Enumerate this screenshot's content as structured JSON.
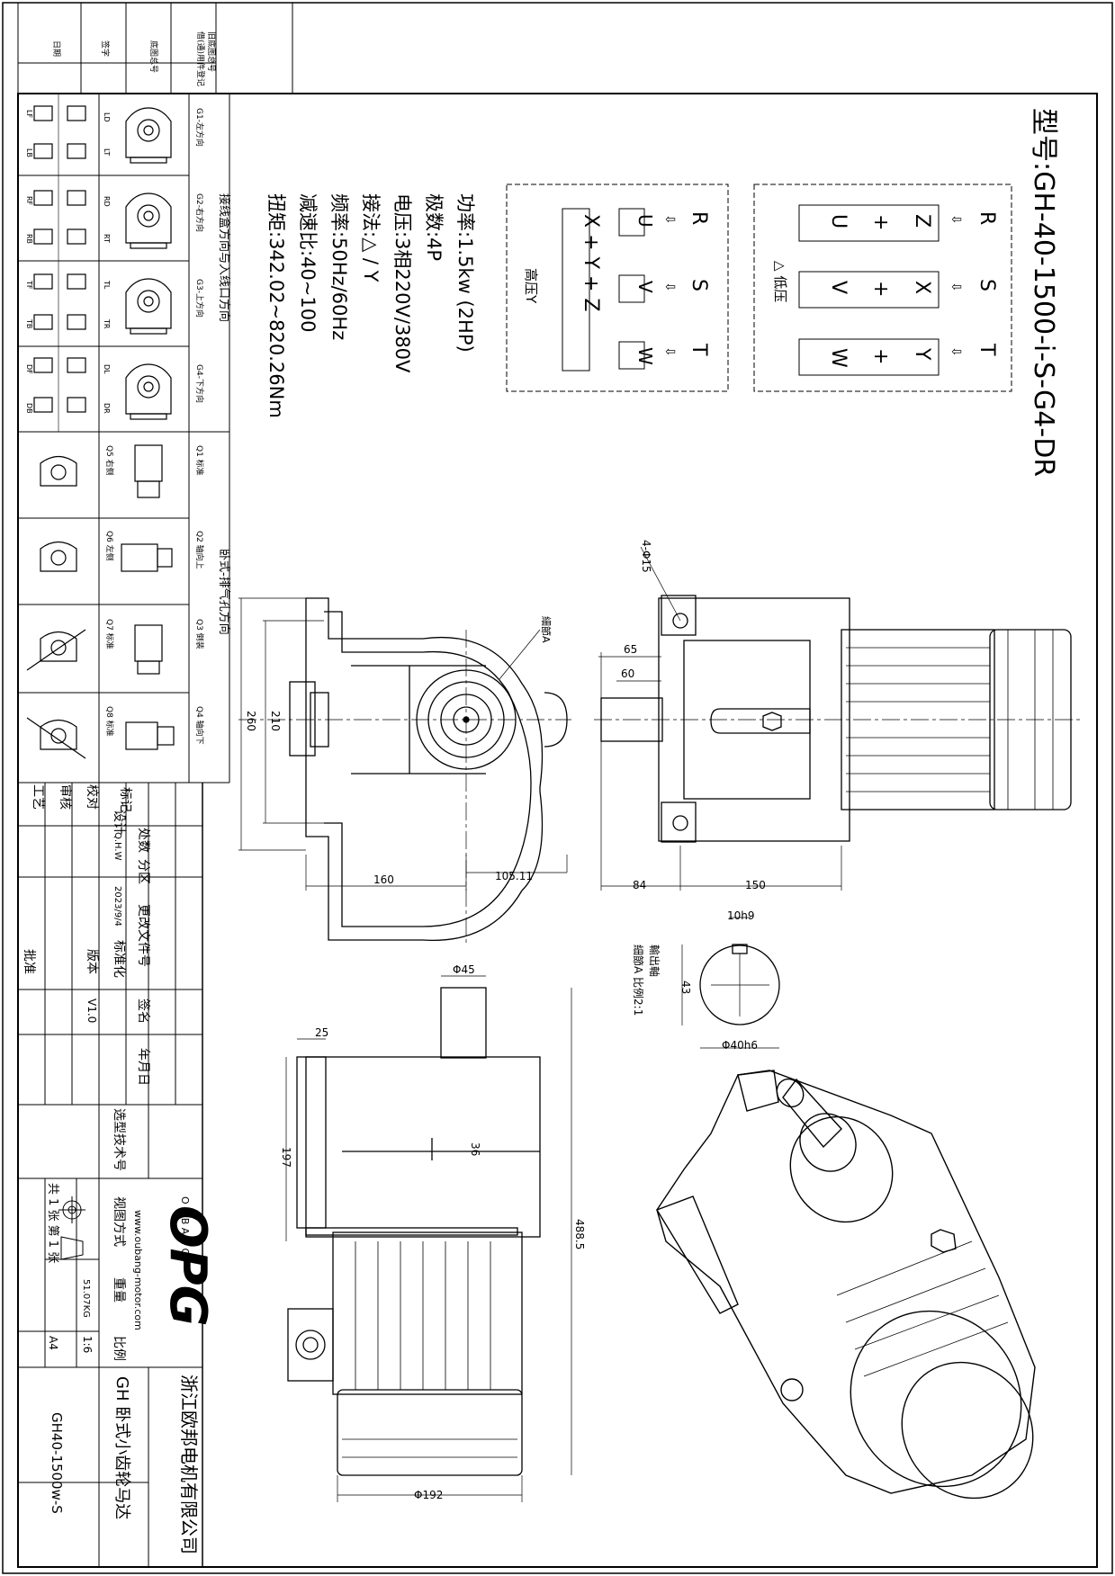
{
  "model": {
    "title": "型号:GH-40-1500-i-S-G4-DR"
  },
  "wiring": {
    "low": {
      "label": "△ 低压",
      "rst": [
        "R",
        "S",
        "T"
      ],
      "rows": [
        [
          "Z",
          "+",
          "U"
        ],
        [
          "X",
          "+",
          "V"
        ],
        [
          "Y",
          "+",
          "W"
        ]
      ]
    },
    "high": {
      "label": "高压Y",
      "rst": [
        "R",
        "S",
        "T"
      ],
      "terms": [
        "U",
        "V",
        "W"
      ],
      "star": "X + Y + Z"
    }
  },
  "specs": [
    "功率:1.5kw (2HP)",
    "极数:4P",
    "电压:3相220V/380V",
    "接法:△ / Y",
    "频率:50Hz/60Hz",
    "减速比:40~100",
    "扭矩:342.02~820.26Nm"
  ],
  "dimensions": {
    "holes": "4-Φ15",
    "detail_a": "細節A",
    "d65": "65",
    "d60": "60",
    "d260": "260",
    "d210": "210",
    "d160": "160",
    "d105": "105.11",
    "d84": "84",
    "d150": "150",
    "key": "10h9",
    "d43": "43",
    "shaft": "Φ40h6",
    "shaft_note_1": "輸出軸",
    "shaft_note_2": "細節A 比例2:1",
    "d45": "Φ45",
    "d25": "25",
    "d197": "197",
    "d36": "36",
    "d488": "488.5",
    "d192": "Φ192"
  },
  "orientation": {
    "heading": "接线盒方向与入线口方向",
    "heading2": "卧式-排气孔方向",
    "g_labels": [
      "G1-左方向",
      "G2-右方向",
      "G3-上方向",
      "G4-下方向"
    ],
    "views": [
      [
        "LD",
        "LT",
        "LF",
        "LB"
      ],
      [
        "RD",
        "RT",
        "RF",
        "RB"
      ],
      [
        "TL",
        "TR",
        "TF",
        "TB"
      ],
      [
        "DL",
        "DR",
        "DF",
        "DB"
      ]
    ],
    "q_labels": [
      "Q1 标准",
      "Q2 轴向上",
      "Q3 倒装",
      "Q4 轴向下"
    ],
    "q2_labels": [
      "Q5 右侧",
      "Q6 左侧",
      "Q7 标准",
      "Q8 标准"
    ]
  },
  "title_block": {
    "rev_headers": [
      "标记",
      "处数",
      "分区",
      "更改文件号",
      "签名",
      "年月日"
    ],
    "roles": [
      "设计",
      "校对",
      "审核",
      "工艺",
      "批准"
    ],
    "designer": "Q.H.W",
    "date": "2023/9/4",
    "std_label": "标准化",
    "version_label": "版本",
    "version": "V1.0",
    "tech_no_label": "选型技术号",
    "view_label": "视图方式",
    "weight_label": "重量",
    "weight": "51.07KG",
    "scale_label": "比例",
    "scale": "1:6",
    "sheet": "共 1 张  第 1 张",
    "paper": "A4",
    "brand": "OPG",
    "brand_sub": "O U B A N G",
    "website": "www.oubang-motor.com",
    "company": "浙江欧邦电机有限公司",
    "product": "GH 卧式小齿轮马达",
    "drawing_no": "GH40-1500w-S"
  },
  "margin_labels": [
    "借(通)用件登记",
    "旧底图总号",
    "底图总号",
    "签字",
    "日期"
  ]
}
